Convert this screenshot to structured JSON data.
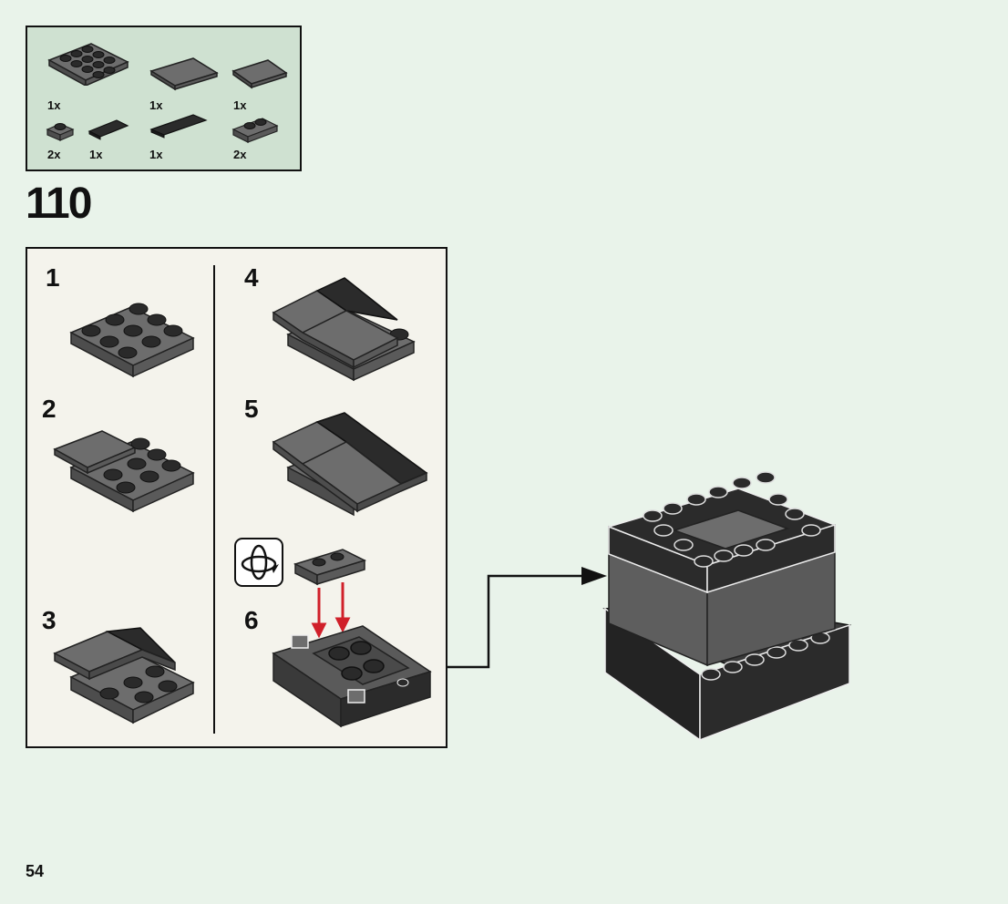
{
  "parts": [
    {
      "icon": "plate-3x4-icon",
      "qty": "1x"
    },
    {
      "icon": "tile-4x4-icon",
      "qty": "1x"
    },
    {
      "icon": "tile-3x3-icon",
      "qty": "1x"
    },
    {
      "icon": "plate-1x1-icon",
      "qty": "2x"
    },
    {
      "icon": "tile-1x3-black-icon",
      "qty": "1x"
    },
    {
      "icon": "tile-1x4-black-icon",
      "qty": "1x"
    },
    {
      "icon": "plate-1x2-icon",
      "qty": "2x"
    }
  ],
  "step_number": "110",
  "substeps": [
    "1",
    "2",
    "3",
    "4",
    "5",
    "6"
  ],
  "page_number": "54",
  "colors": {
    "background": "#e9f3ea",
    "parts_box": "#cfe1d1",
    "substeps_box": "#f4f3ec",
    "dark_gray": "#6a6a6a",
    "black_brick": "#2b2b2b",
    "arrow_red": "#d0202a"
  }
}
